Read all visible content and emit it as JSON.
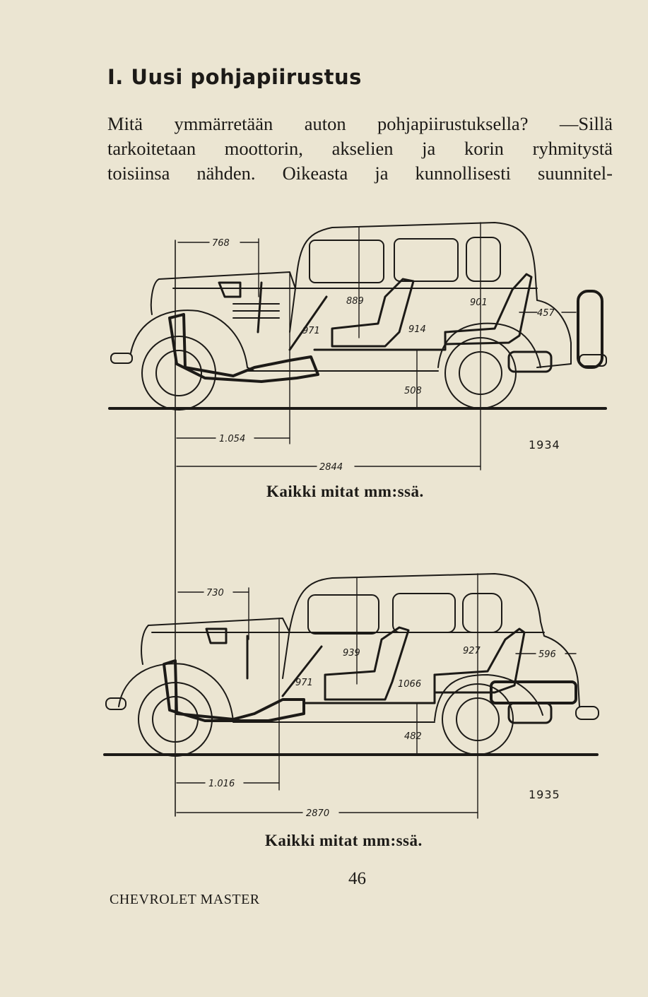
{
  "heading": "I. Uusi pohjapiirustus",
  "paragraph": {
    "line1": "Mitä ymmärretään auton pohjapiirustuksella? —Sillä",
    "line2": "tarkoitetaan moottorin, akselien ja korin ryhmitystä",
    "line3": "toisiinsa nähden. Oikeasta ja kunnollisesti suunnitel-"
  },
  "diagram_1934": {
    "year": "1934",
    "caption": "Kaikki mitat mm:ssä.",
    "dims": {
      "d768": "768",
      "d889": "889",
      "d901": "901",
      "d457": "457",
      "d971": "971",
      "d914": "914",
      "d508": "508",
      "d1054": "1.054",
      "d2844": "2844"
    }
  },
  "diagram_1935": {
    "year": "1935",
    "caption": "Kaikki mitat mm:ssä.",
    "dims": {
      "d730": "730",
      "d939": "939",
      "d927": "927",
      "d596": "596",
      "d971": "971",
      "d1066": "1066",
      "d482": "482",
      "d1016": "1.016",
      "d2870": "2870"
    }
  },
  "page_number": "46",
  "footer": "CHEVROLET MASTER"
}
